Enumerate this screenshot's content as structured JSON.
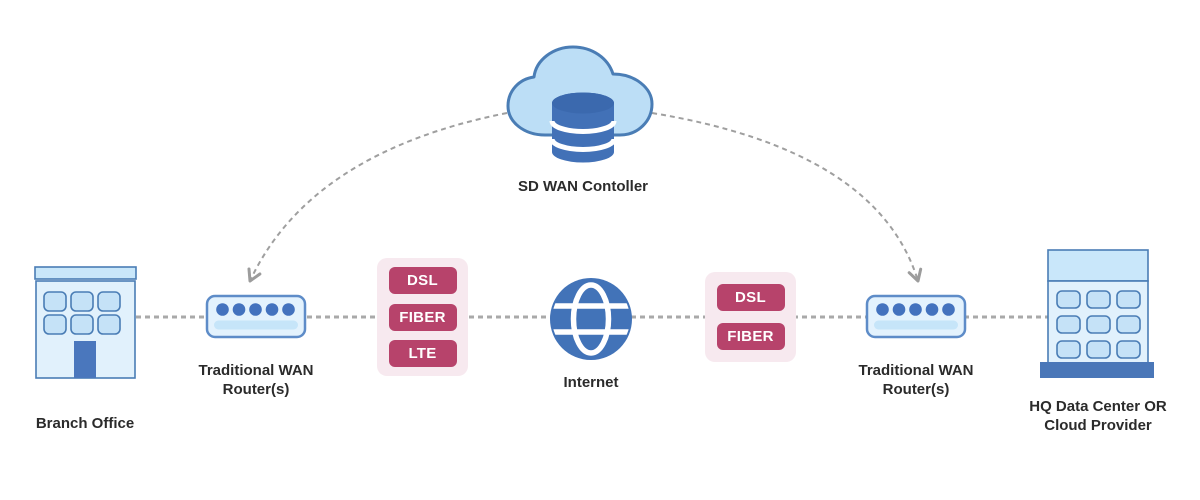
{
  "diagram": {
    "controller": {
      "label": "SD WAN Contoller"
    },
    "branch_office": {
      "label": "Branch Office"
    },
    "left_router": {
      "label": "Traditional WAN Router(s)"
    },
    "internet": {
      "label": "Internet"
    },
    "right_router": {
      "label": "Traditional WAN Router(s)"
    },
    "hq": {
      "label": "HQ Data Center OR Cloud Provider"
    },
    "left_links": [
      "DSL",
      "FIBER",
      "LTE"
    ],
    "right_links": [
      "DSL",
      "FIBER"
    ],
    "colors": {
      "icon_fill_light": "#BCDEF6",
      "icon_fill_lighter": "#E1F1FC",
      "icon_window": "#C5E2F7",
      "icon_stroke": "#4A7DB5",
      "icon_solid": "#4272B8",
      "badge": "#B7436B",
      "badge_container": "#F7E9EF",
      "connector_gray": "#A9A9A9",
      "label_text": "#2B2B2B"
    }
  }
}
